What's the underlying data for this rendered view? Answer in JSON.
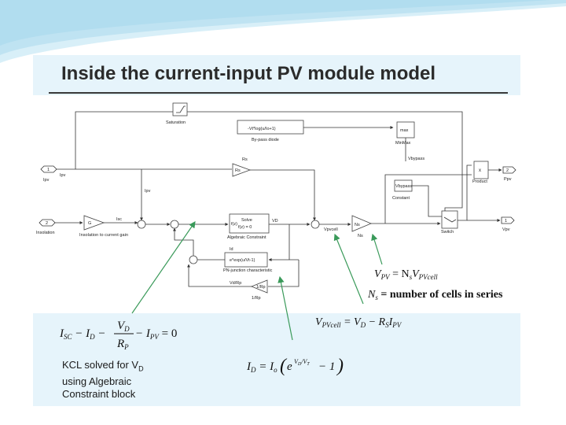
{
  "slide": {
    "title": "Inside the current-input PV module model",
    "note": [
      "KCL solved for V",
      "D",
      "using Algebraic",
      "Constraint block"
    ]
  },
  "diagram": {
    "blocks": {
      "saturation": "Saturation",
      "bypass_expr": "-Vt*log(u/Io+1)",
      "bypass_label": "By-pass diode",
      "rs": "Rs",
      "rs_gain": "Rs",
      "minmax_fn": "max",
      "minmax_label": "MinMax",
      "vbypass": "Vbypass",
      "constant": "Constant",
      "product": "Product",
      "product_sym": "x",
      "in_ipv_num": "1",
      "in_ipv_label": "Ipv",
      "ipv_signal1": "Ipv",
      "ipv_signal2": "Ipv",
      "in_insolation_num": "2",
      "in_insolation_label": "Insolation",
      "gain_g": "G",
      "gain_label": "Insolation to current gain",
      "isc": "Isc",
      "solve1": "Solve",
      "solve2": "f(z) = 0",
      "fz": "f(z)",
      "z": "z",
      "vd": "VD",
      "alg_label": "Algebraic Constraint",
      "ns": "Ns",
      "ns_label": "Ns",
      "vpvcell": "Vpvcell",
      "switch": "Switch",
      "out_ppv_num": "2",
      "out_ppv_label": "Ppv",
      "out_vpv_num": "1",
      "out_vpv_label": "Vpv",
      "id": "Id",
      "pn_expr": "e*exp(u/Vt-1)",
      "pn_label": "PN-junction characteristic",
      "vdrp": "Vd/Rp",
      "rp_gain": "1/Rp",
      "rp_label": "1/Rp"
    }
  },
  "equations": {
    "vpv_lhs": "V",
    "vpv_lhs_sub": "PV",
    "vpv_mid": " = N",
    "vpv_mid_sub": "s",
    "vpv_rhs": "V",
    "vpv_rhs_sub": "PVcell",
    "ns_lhs": "N",
    "ns_lhs_sub": "s",
    "ns_rhs": " = number of cells in series",
    "vcell_lhs": "V",
    "vcell_lhs_sub": "PVcell",
    "vcell_mid": " = V",
    "vcell_mid_sub": "D",
    "vcell_rhs": " − R",
    "vcell_rhs_sub": "S",
    "vcell_i": "I",
    "vcell_i_sub": "PV",
    "kcl_isc": "I",
    "kcl_isc_sub": "SC",
    "kcl_id": " − I",
    "kcl_id_sub": "D",
    "kcl_minus": " − ",
    "kcl_num": "V",
    "kcl_num_sub": "D",
    "kcl_den": "R",
    "kcl_den_sub": "P",
    "kcl_ipv": " − I",
    "kcl_ipv_sub": "PV",
    "kcl_zero": " = 0",
    "diode_lhs": "I",
    "diode_lhs_sub": "D",
    "diode_eq": " = I",
    "diode_eq_sub": "o",
    "diode_e": "e",
    "diode_exp": "V",
    "diode_exp_sub": "D",
    "diode_exp_rest": "/V",
    "diode_exp_sub2": "T",
    "diode_minus1": " − 1"
  },
  "colors": {
    "arrow": "#3a9a5a",
    "panel": "#e6f4fb",
    "swoosh": "#bfe3f2"
  }
}
